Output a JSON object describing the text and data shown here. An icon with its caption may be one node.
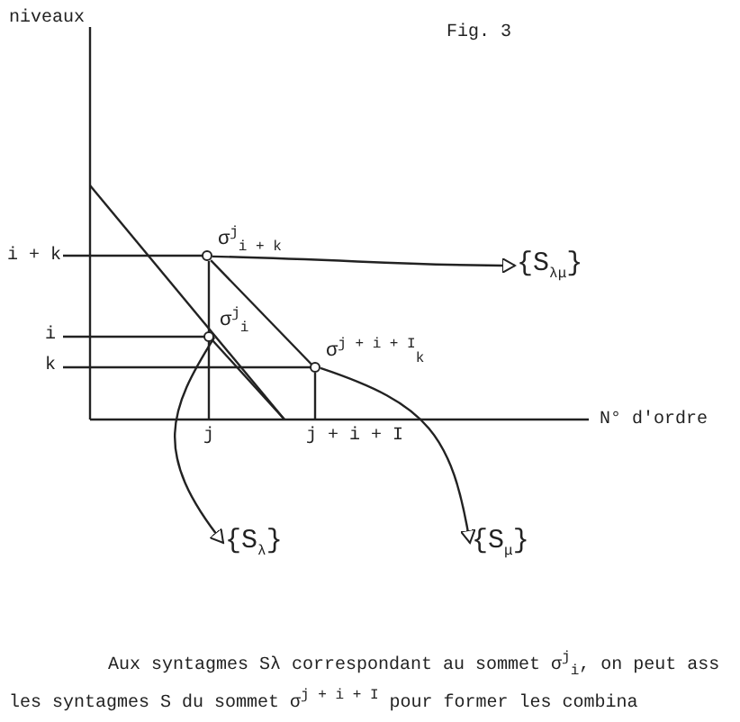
{
  "diagram": {
    "title": "Fig. 3",
    "nodes": [
      {
        "text": [
          "σ$^{j}$$_{i + k}$"
        ]
      },
      {
        "text": [
          "σ$^{j}$$_{i}$"
        ]
      },
      {
        "text": [
          "σ$^{j + i + I}$$_{k}$"
        ]
      },
      {
        "text": [
          "{S$_{λμ}$}"
        ]
      },
      {
        "text": [
          "{S$_{λ}$}"
        ]
      },
      {
        "text": [
          "{S$_{μ}$}"
        ]
      }
    ],
    "edges": [
      {
        "from": 0,
        "to": 3,
        "arrow": "to"
      },
      {
        "from": 1,
        "to": 4,
        "arrow": "to"
      },
      {
        "from": 2,
        "to": 5,
        "arrow": "to"
      },
      {
        "from": 0,
        "to": 2,
        "arrow": "none"
      }
    ],
    "labels": [
      "niveaux",
      "i + k",
      "i",
      "k",
      "N° d'ordre",
      "j",
      "j + i + I",
      "Aux syntagmes Sλ correspondant au sommet σ$^{j}$$_{i}$, on peut ass",
      "les syntagmes S du sommet σ$^{j + i + I}$ pour former les combina"
    ]
  }
}
